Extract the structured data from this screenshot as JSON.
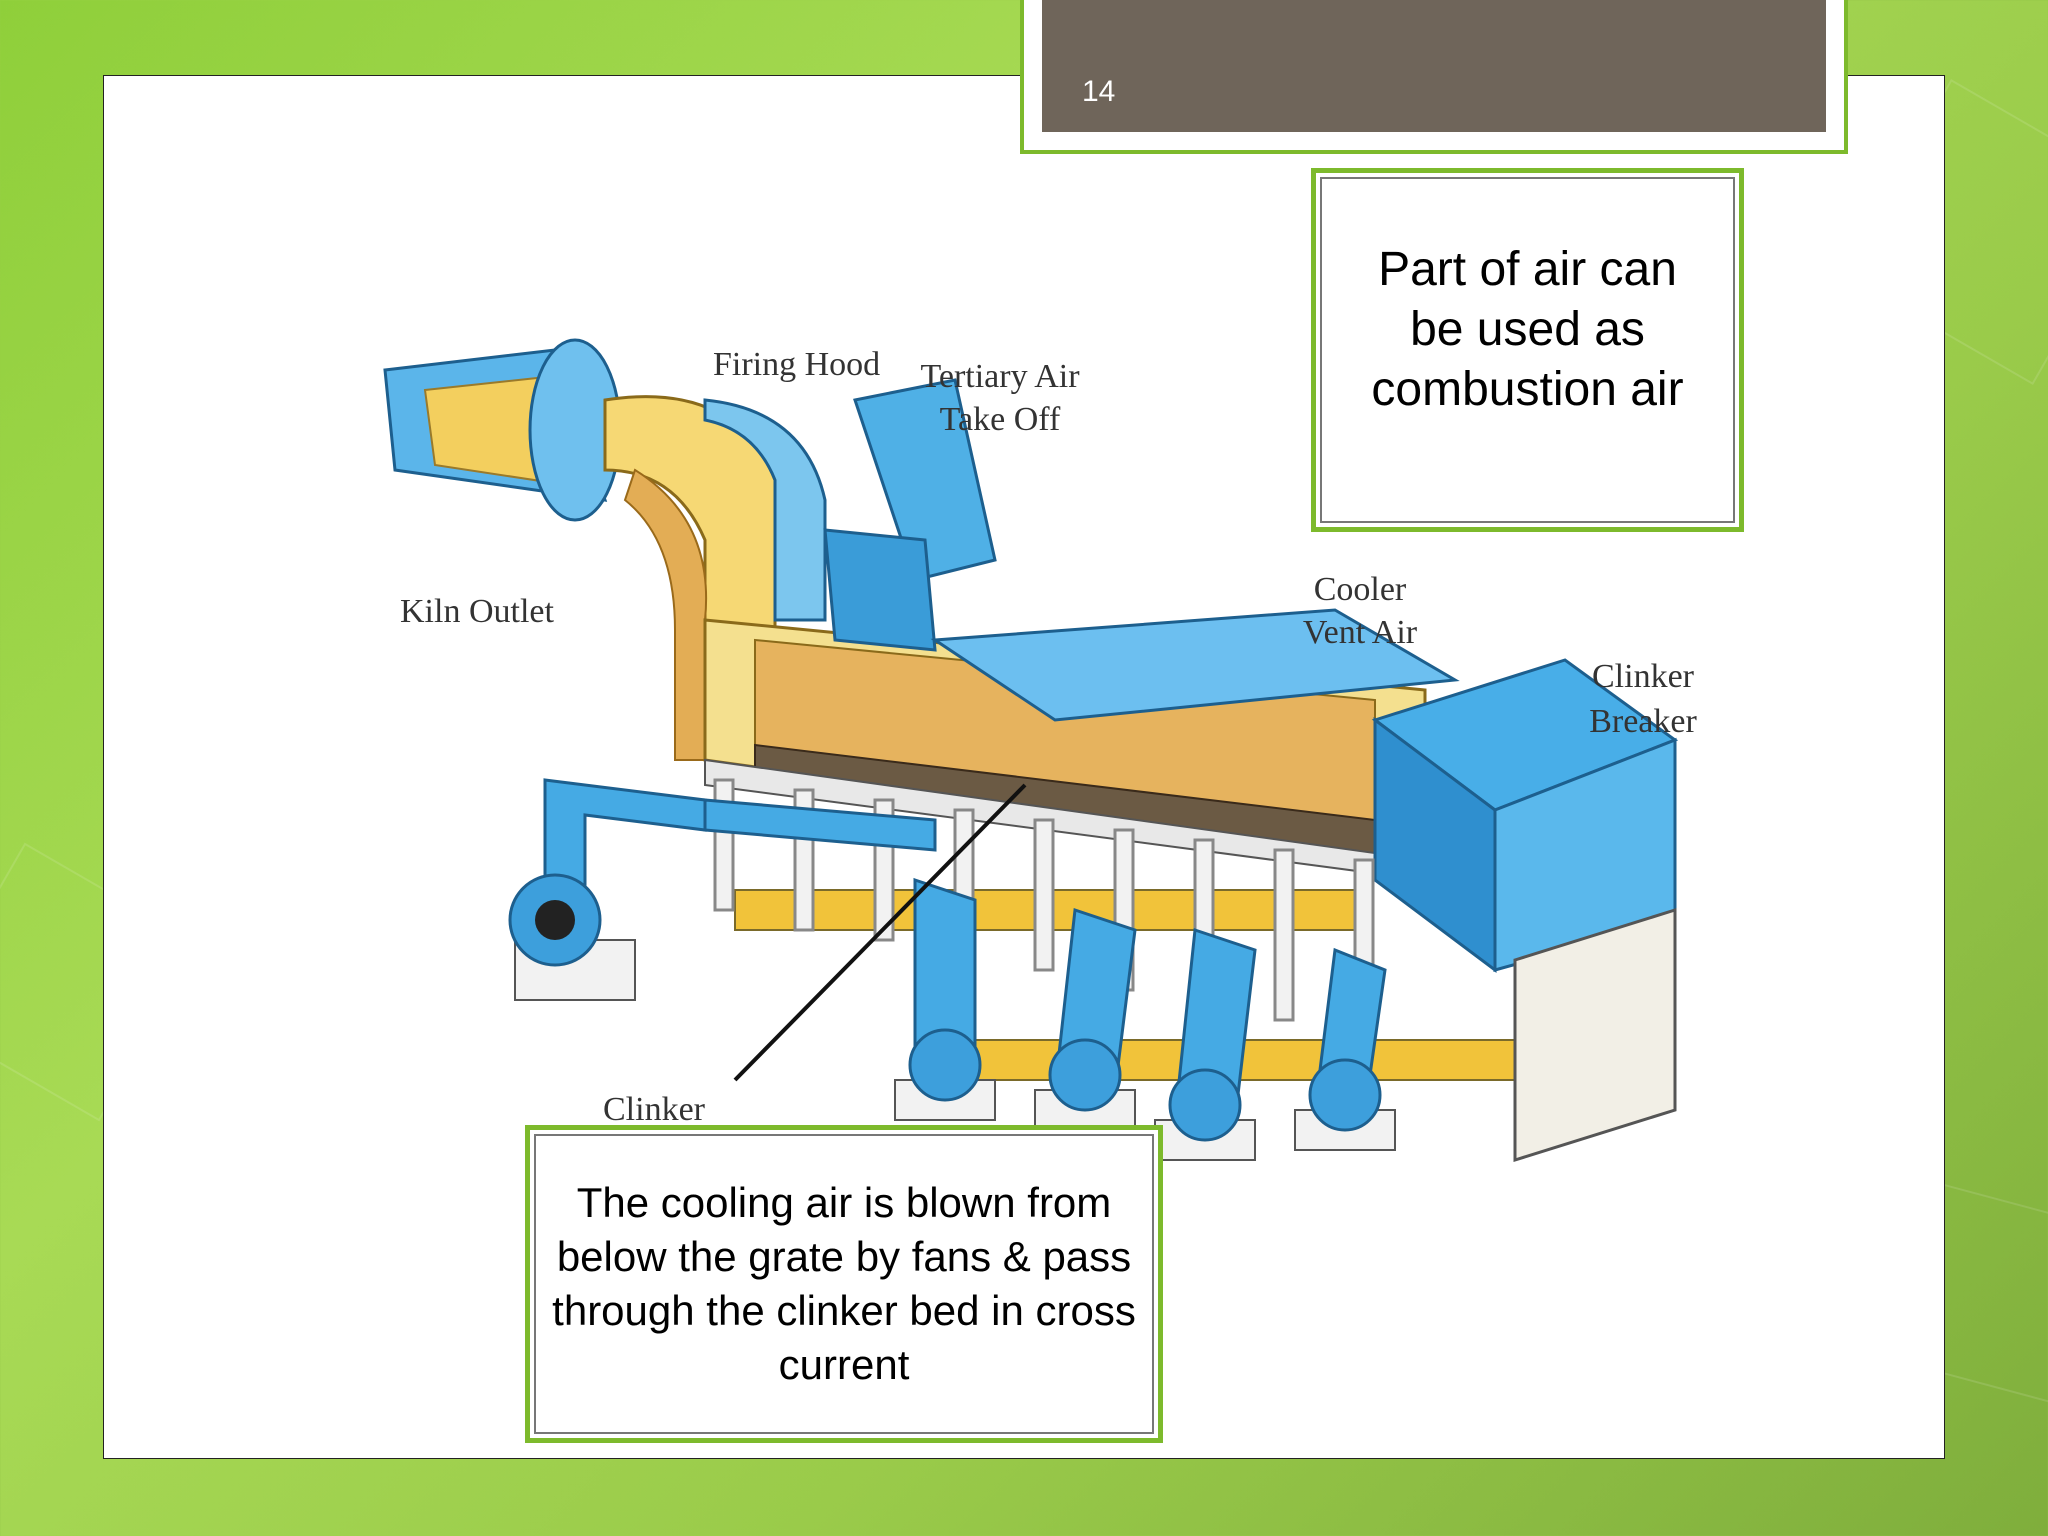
{
  "slide": {
    "number": "14",
    "note_top": "Part of air can be used as combustion air",
    "note_bottom": "The cooling air is blown from below the grate by fans & pass through the clinker bed in cross current"
  },
  "diagram": {
    "labels": {
      "firing_hood": "Firing Hood",
      "tertiary_air_1": "Tertiary Air",
      "tertiary_air_2": "Take Off",
      "kiln_outlet": "Kiln Outlet",
      "cooler_vent_1": "Cooler",
      "cooler_vent_2": "Vent Air",
      "clinker_breaker_1": "Clinker",
      "clinker_breaker_2": "Breaker",
      "clinker": "Clinker"
    }
  },
  "colors": {
    "accent_green": "#7dba2c",
    "banner": "#6f655a",
    "duct_blue": "#3aa0dc",
    "refractory_yellow": "#f6d874",
    "clinker_orange": "#d9a044"
  }
}
